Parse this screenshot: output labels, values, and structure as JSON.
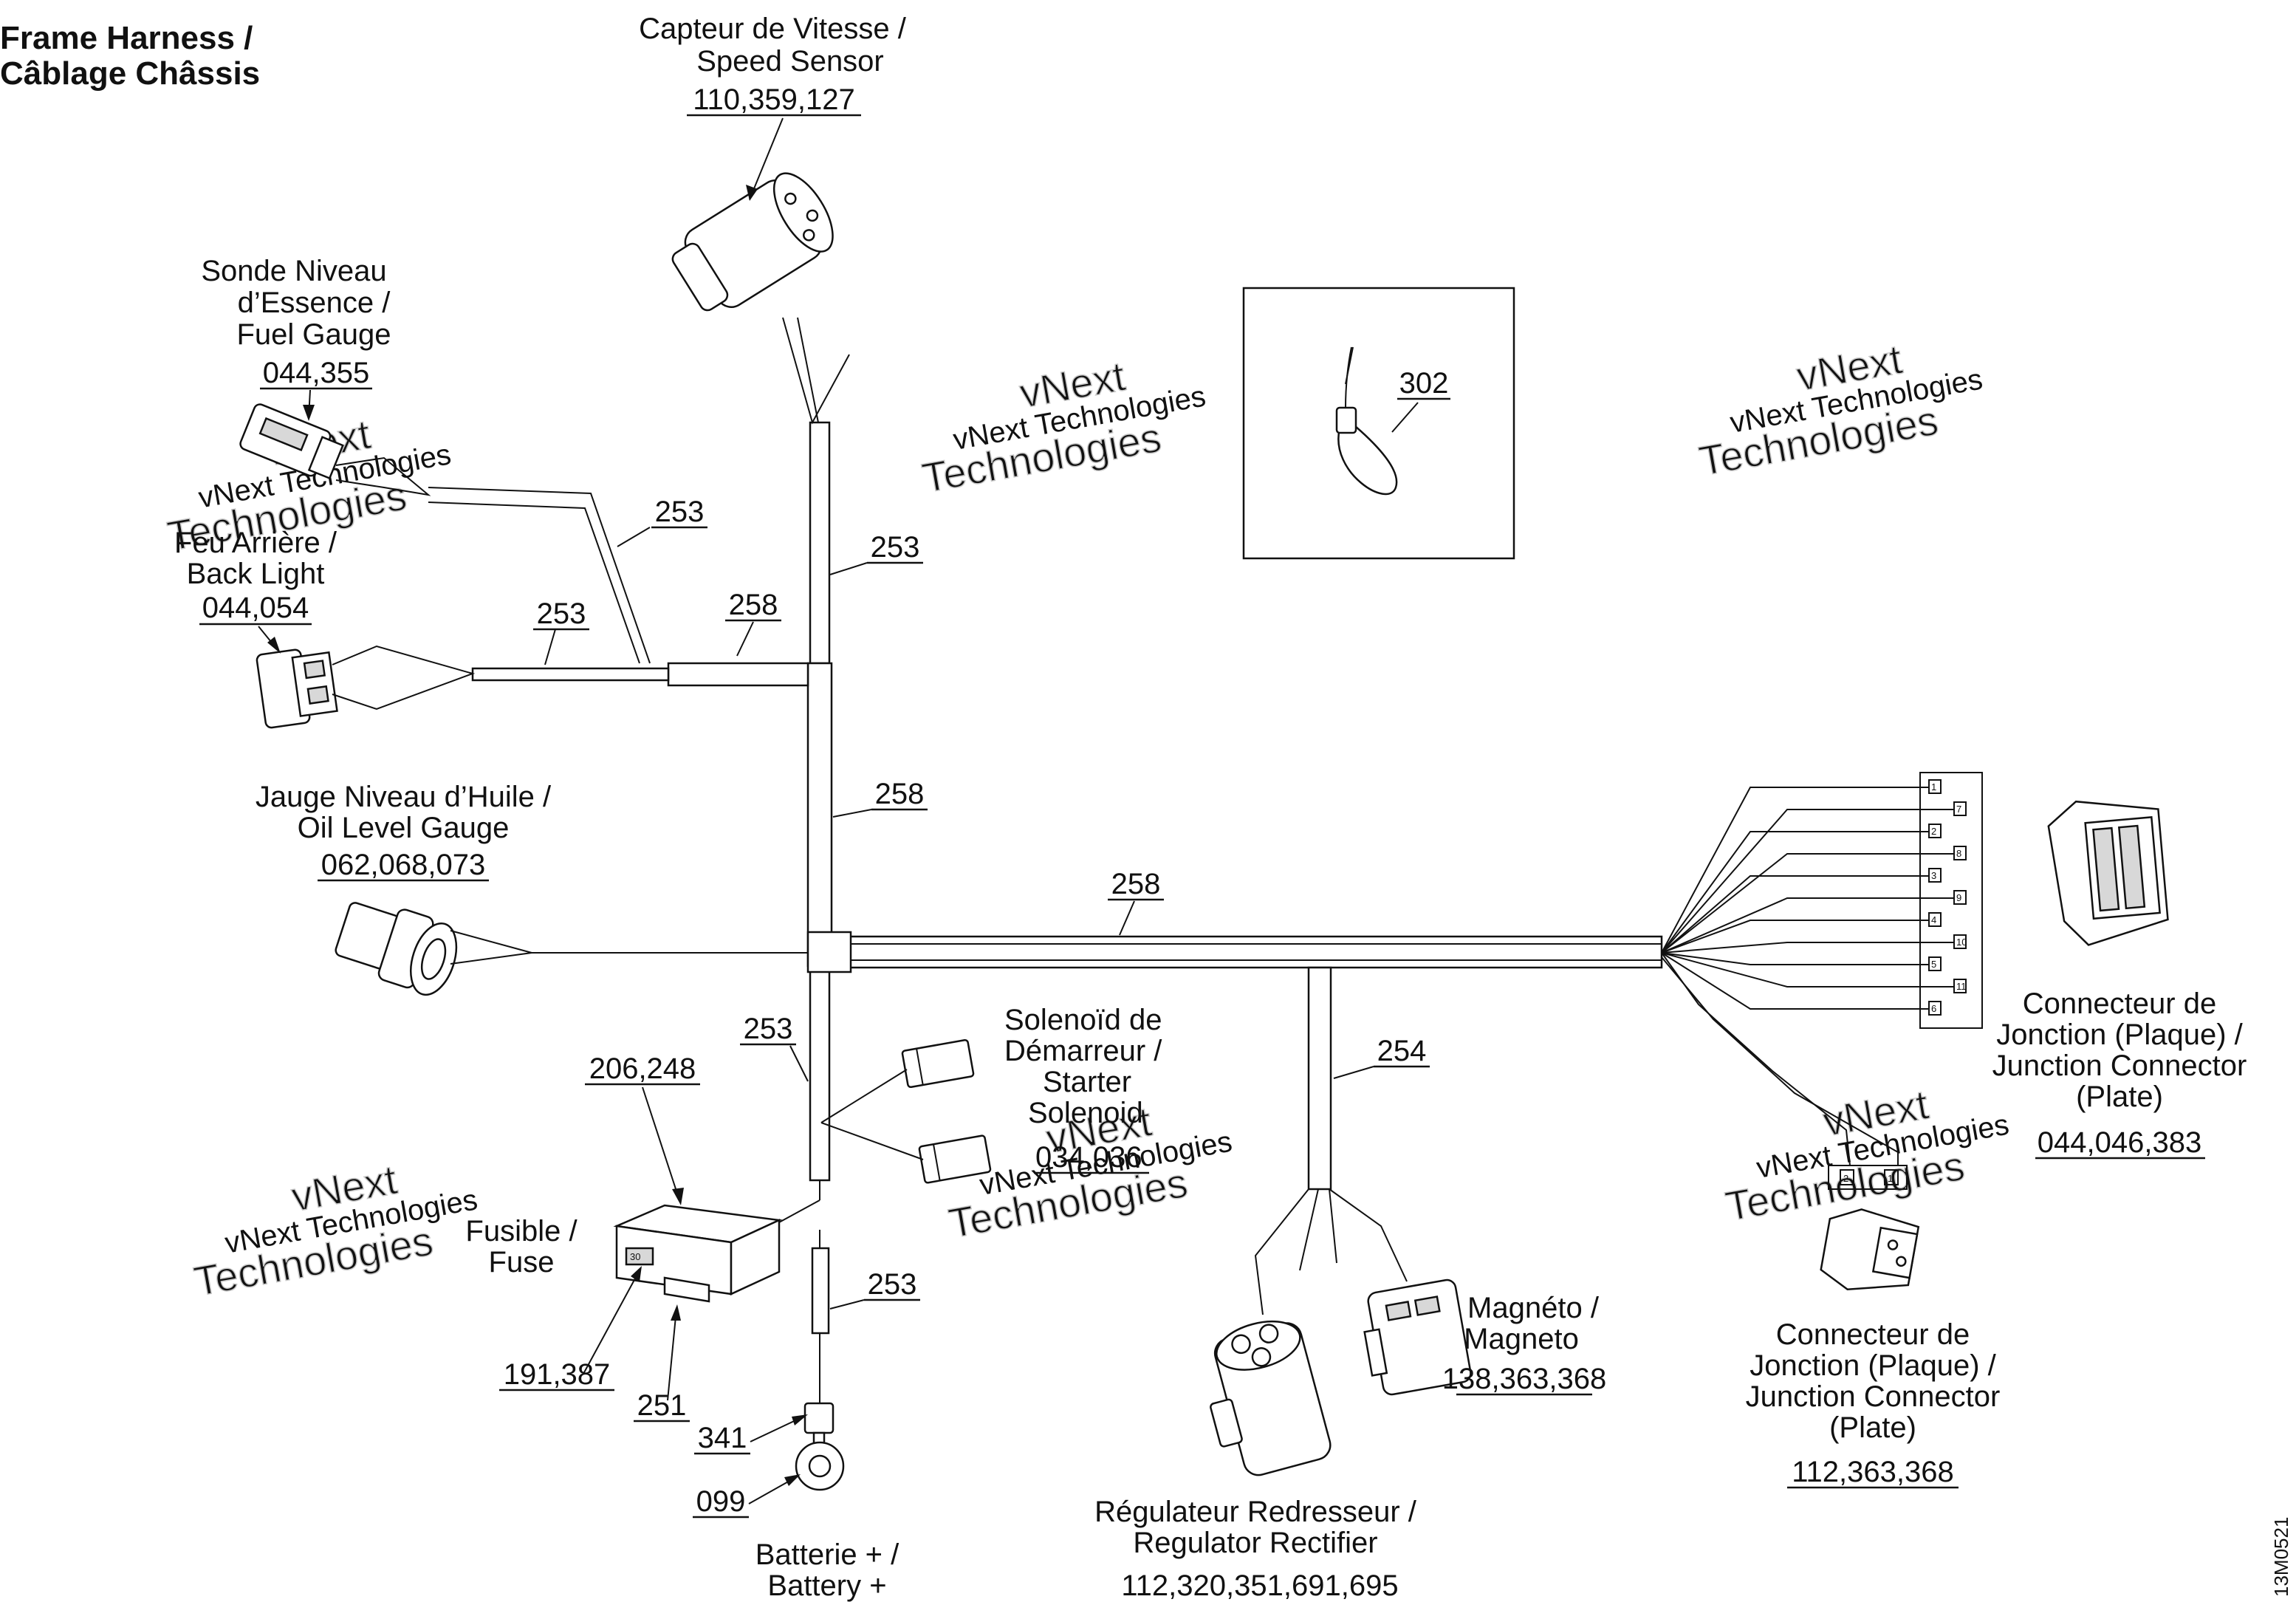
{
  "title": {
    "line1": "Frame Harness /",
    "line2": "Câblage Châssis"
  },
  "components": {
    "speed_sensor": {
      "line1": "Capteur de Vitesse /",
      "line2": "Speed Sensor",
      "refs": "110,359,127"
    },
    "fuel_gauge": {
      "line1": "Sonde Niveau",
      "line2": "d’Essence /",
      "line3": "Fuel Gauge",
      "refs": "044,355"
    },
    "back_light": {
      "line1": "Feu Arrière /",
      "line2": "Back Light",
      "refs": "044,054"
    },
    "oil_gauge": {
      "line1": "Jauge Niveau d’Huile /",
      "line2": "Oil Level Gauge",
      "refs": "062,068,073"
    },
    "starter_solenoid": {
      "line1": "Solenoïd de",
      "line2": "Démarreur /",
      "line3": "Starter",
      "line4": "Solenoid",
      "refs": "034,036"
    },
    "fuse": {
      "line1": "Fusible /",
      "line2": "Fuse",
      "ref_top": "206,248",
      "ref_a": "191,387",
      "ref_b": "251"
    },
    "battery": {
      "line1": "Batterie + /",
      "line2": "Battery +",
      "ref_terminal": "341",
      "ref_ring": "099"
    },
    "regulator": {
      "line1": "Régulateur Redresseur /",
      "line2": "Regulator Rectifier",
      "refs": "112,320,351,691,695"
    },
    "magneto": {
      "line1": "Magnéto /",
      "line2": "Magneto",
      "refs": "138,363,368"
    },
    "junction_12": {
      "line1": "Connecteur de",
      "line2": "Jonction (Plaque) /",
      "line3": "Junction Connector",
      "line4": "(Plate)",
      "refs": "044,046,383"
    },
    "junction_2": {
      "line1": "Connecteur de",
      "line2": "Jonction (Plaque) /",
      "line3": "Junction Connector",
      "line4": "(Plate)",
      "refs": "112,363,368"
    },
    "cable_tie": {
      "ref": "302"
    }
  },
  "harness_refs": {
    "r253_fuel": "253",
    "r253_main_upper": "253",
    "r258_branch": "258",
    "r253_backlight": "253",
    "r258_main_mid": "258",
    "r258_horizontal": "258",
    "r253_lower": "253",
    "r254": "254",
    "r253_battery": "253"
  },
  "junction_pins_left": [
    "1",
    "2",
    "3",
    "4",
    "5",
    "6"
  ],
  "junction_pins_right": [
    "7",
    "8",
    "9",
    "10",
    "11"
  ],
  "small_junction_pins": [
    "2",
    "1"
  ],
  "fuse_marking": "30",
  "watermark": {
    "line1": "vNext",
    "line2": "vNext Technologies",
    "line3": "Technologies"
  },
  "figure_code": "13M0521"
}
